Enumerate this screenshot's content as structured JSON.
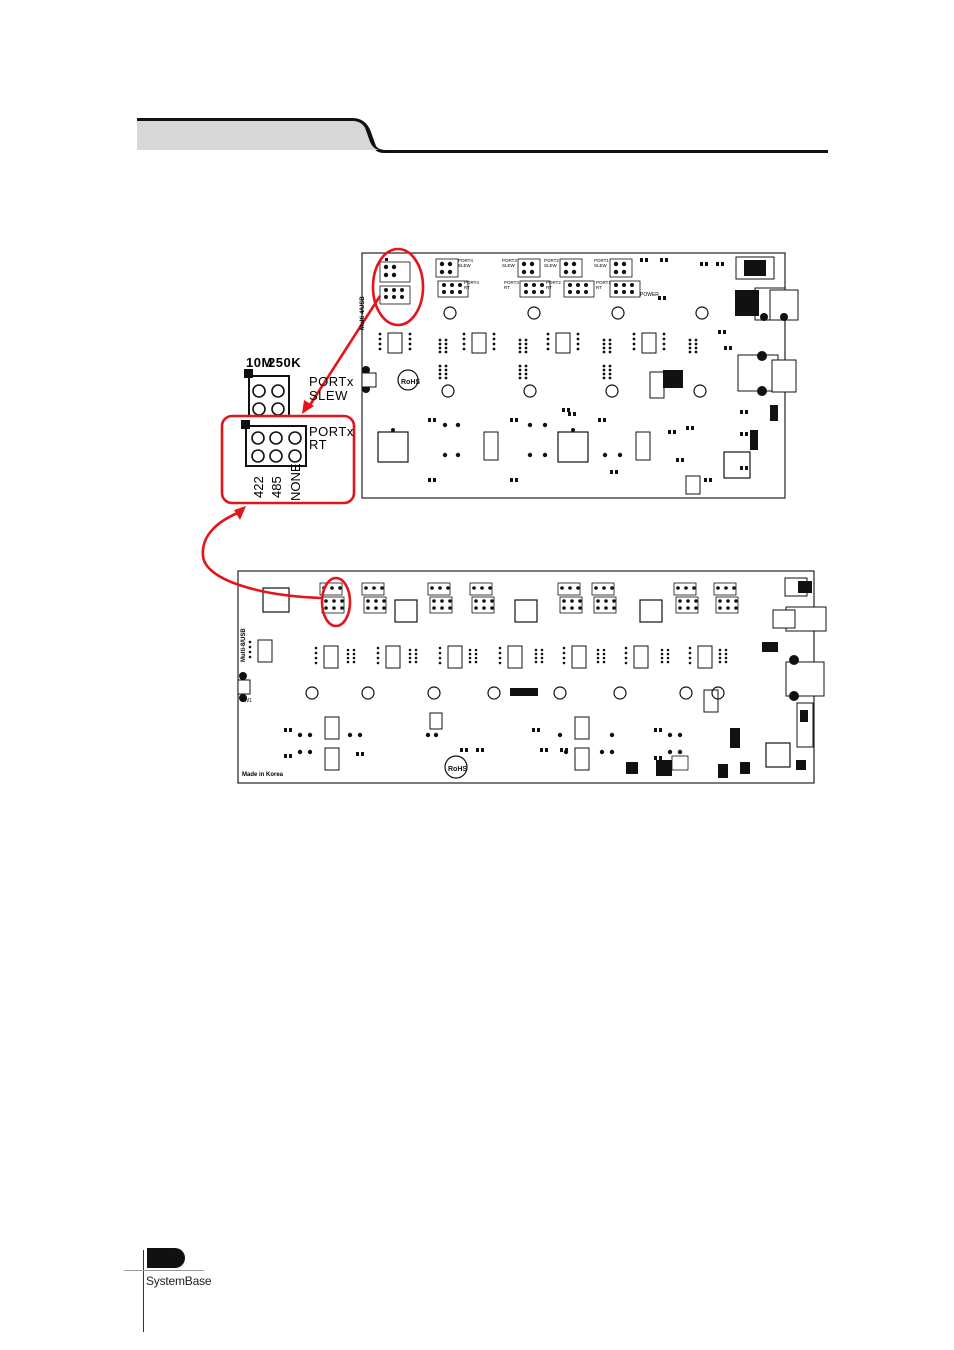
{
  "header": {
    "tab_text": ""
  },
  "zoom_detail": {
    "slew_options": [
      "10M",
      "250K"
    ],
    "slew_label_line1": "PORTx",
    "slew_label_line2": "SLEW",
    "rt_label_line1": "PORTx",
    "rt_label_line2": "RT",
    "rt_options": [
      "422",
      "485",
      "NONE"
    ]
  },
  "board_top": {
    "title": "Multi-4/USB",
    "port_labels": [
      "PORT4 SLEW",
      "PORT3 SLEW",
      "PORT2 SLEW",
      "PORT1 SLEW",
      "PORT4 RT",
      "PORT3 RT",
      "PORT2 RT",
      "PORT1 RT"
    ],
    "logo": "RoHS",
    "power": "POWER"
  },
  "board_bottom": {
    "title": "Multi-8/USB",
    "footer_text": "Made in Korea",
    "logo": "RoHS",
    "switch_label": "SW1"
  },
  "footer": {
    "brand": "SystemBase"
  },
  "colors": {
    "annotation_red": "#e4141b",
    "header_gray": "#d7d7d7",
    "ink": "#111111"
  }
}
